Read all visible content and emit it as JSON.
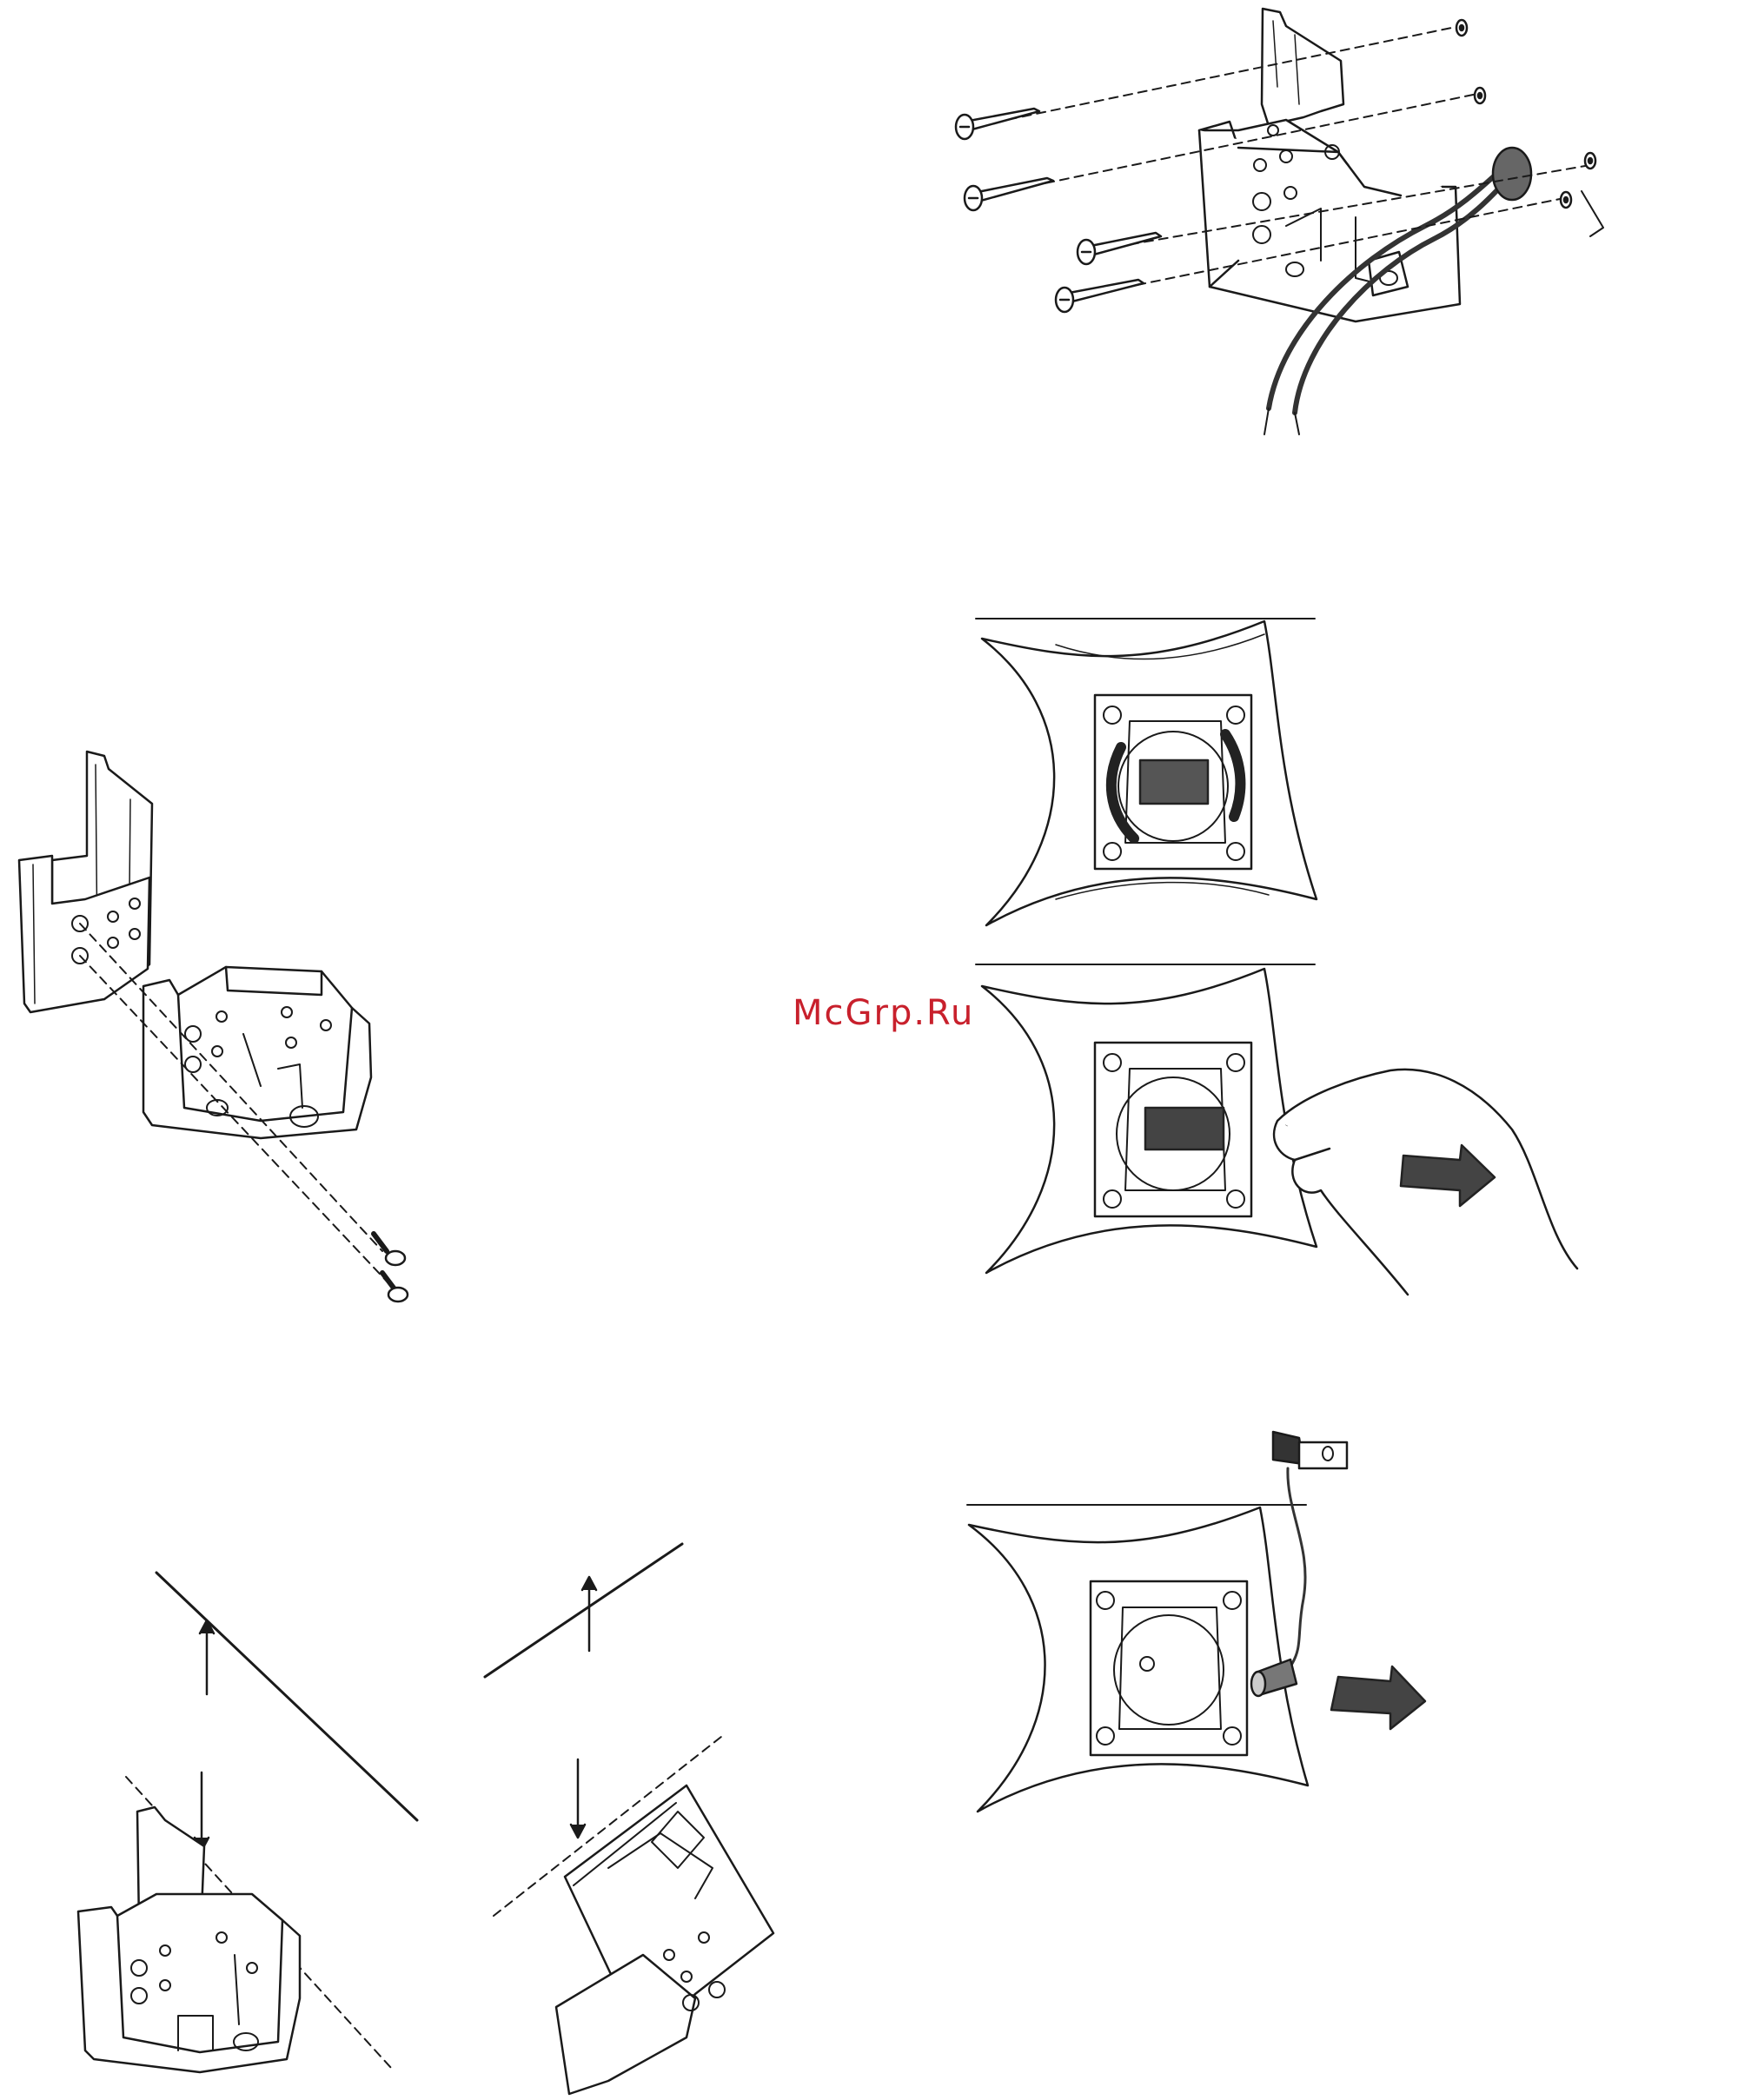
{
  "watermark": {
    "text": "McGrp.Ru",
    "color": "#c8202c"
  },
  "figures": [
    {
      "id": "wall-mount-screws",
      "icon": "wall-mount-screw-diagram"
    },
    {
      "id": "bracket-assembly",
      "icon": "bracket-assembly-diagram"
    },
    {
      "id": "vehicle-mount-angles",
      "icon": "mounting-angle-diagram"
    },
    {
      "id": "socket-rotate",
      "icon": "rotate-arrows-diagram"
    },
    {
      "id": "remove-connector",
      "icon": "pull-out-hand-diagram"
    },
    {
      "id": "insert-power-plug",
      "icon": "push-in-plug-diagram"
    }
  ]
}
